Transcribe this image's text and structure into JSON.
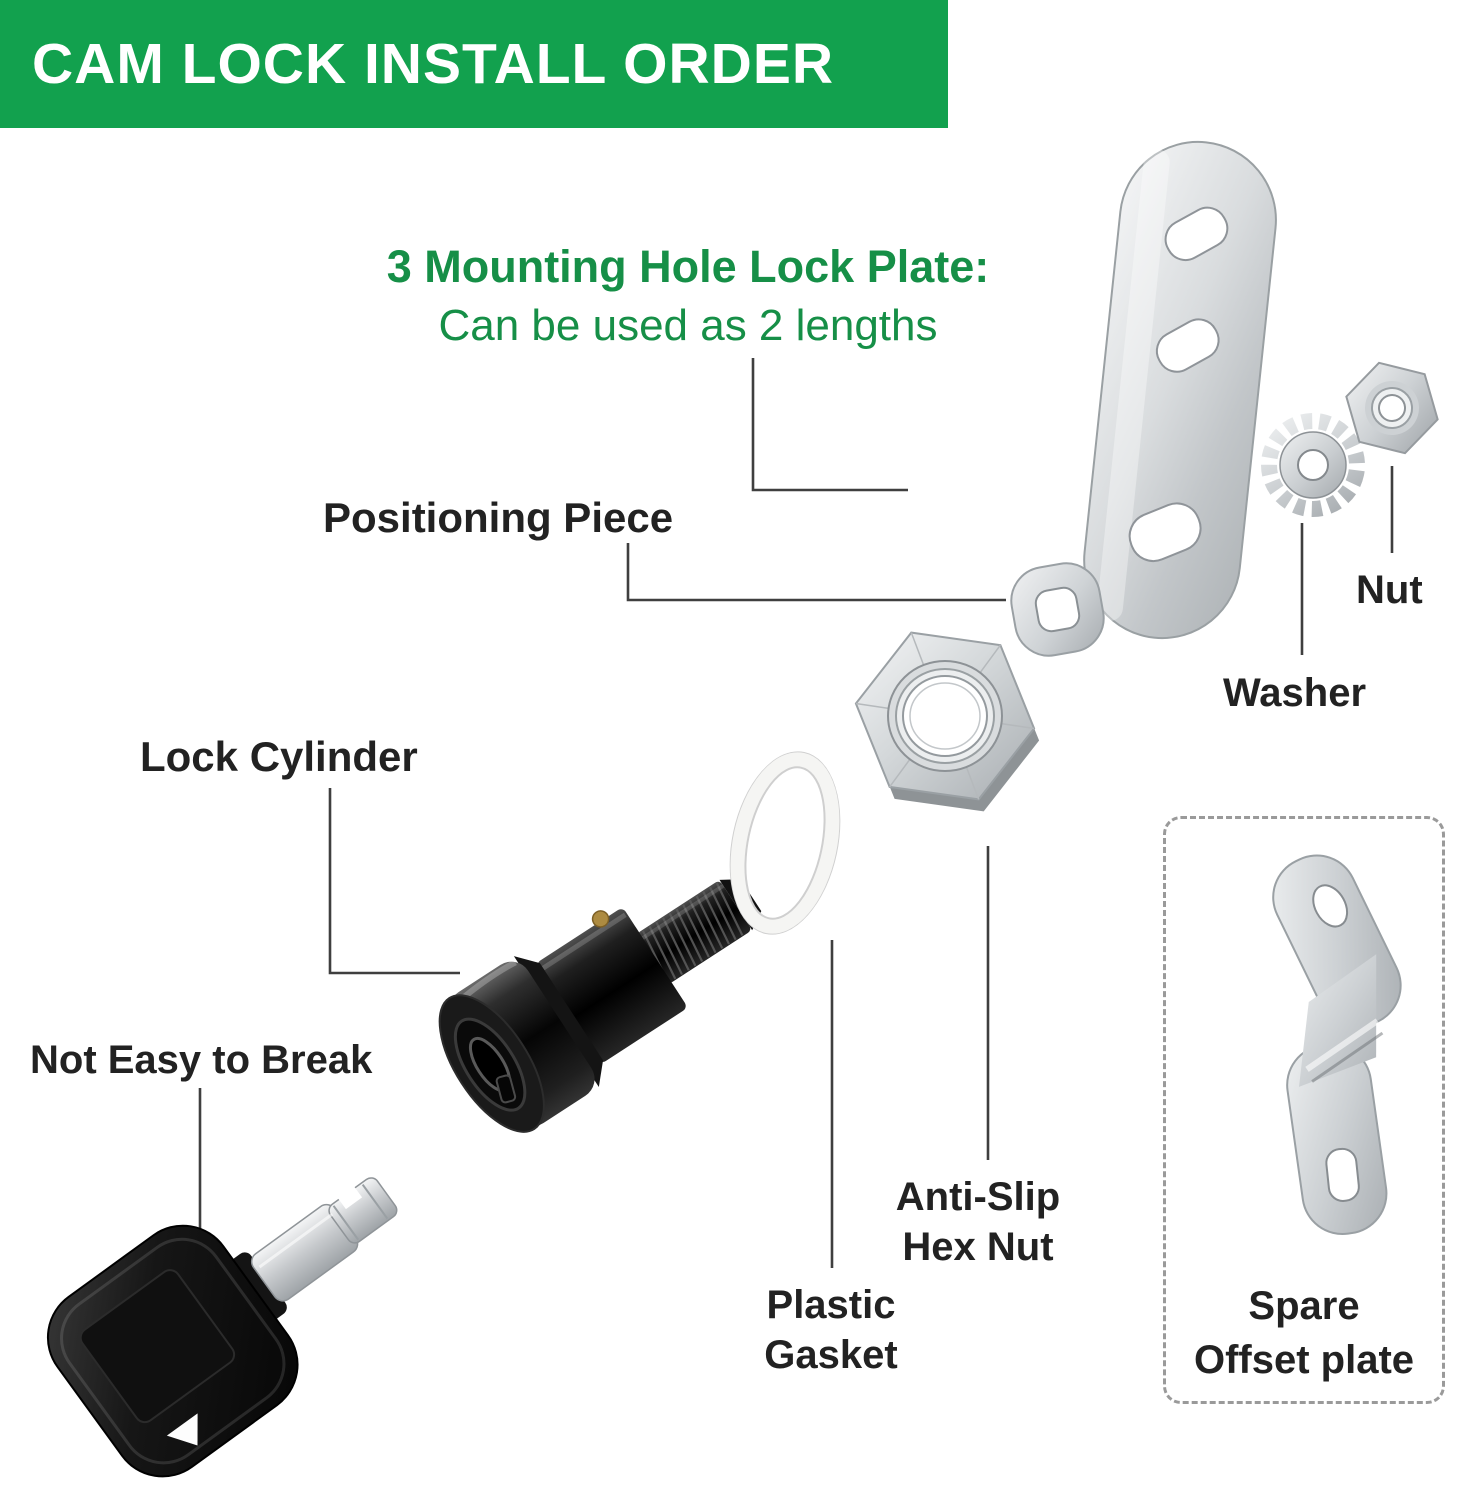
{
  "colors": {
    "banner_green": "#12A14E",
    "headline_green": "#168F47",
    "text_dark": "#222222",
    "line_gray": "#3F3F3F"
  },
  "banner": {
    "title": "CAM LOCK INSTALL ORDER"
  },
  "headline": {
    "line1": "3 Mounting Hole Lock Plate:",
    "line2": "Can be used as 2 lengths"
  },
  "labels": {
    "positioning_piece": "Positioning Piece",
    "lock_cylinder": "Lock Cylinder",
    "not_easy_to_break": "Not Easy to Break",
    "nut": "Nut",
    "washer": "Washer",
    "anti_slip_hex_nut_line1": "Anti-Slip",
    "anti_slip_hex_nut_line2": "Hex Nut",
    "plastic_gasket_line1": "Plastic",
    "plastic_gasket_line2": "Gasket",
    "spare_plate_line1": "Spare",
    "spare_plate_line2": "Offset plate"
  }
}
